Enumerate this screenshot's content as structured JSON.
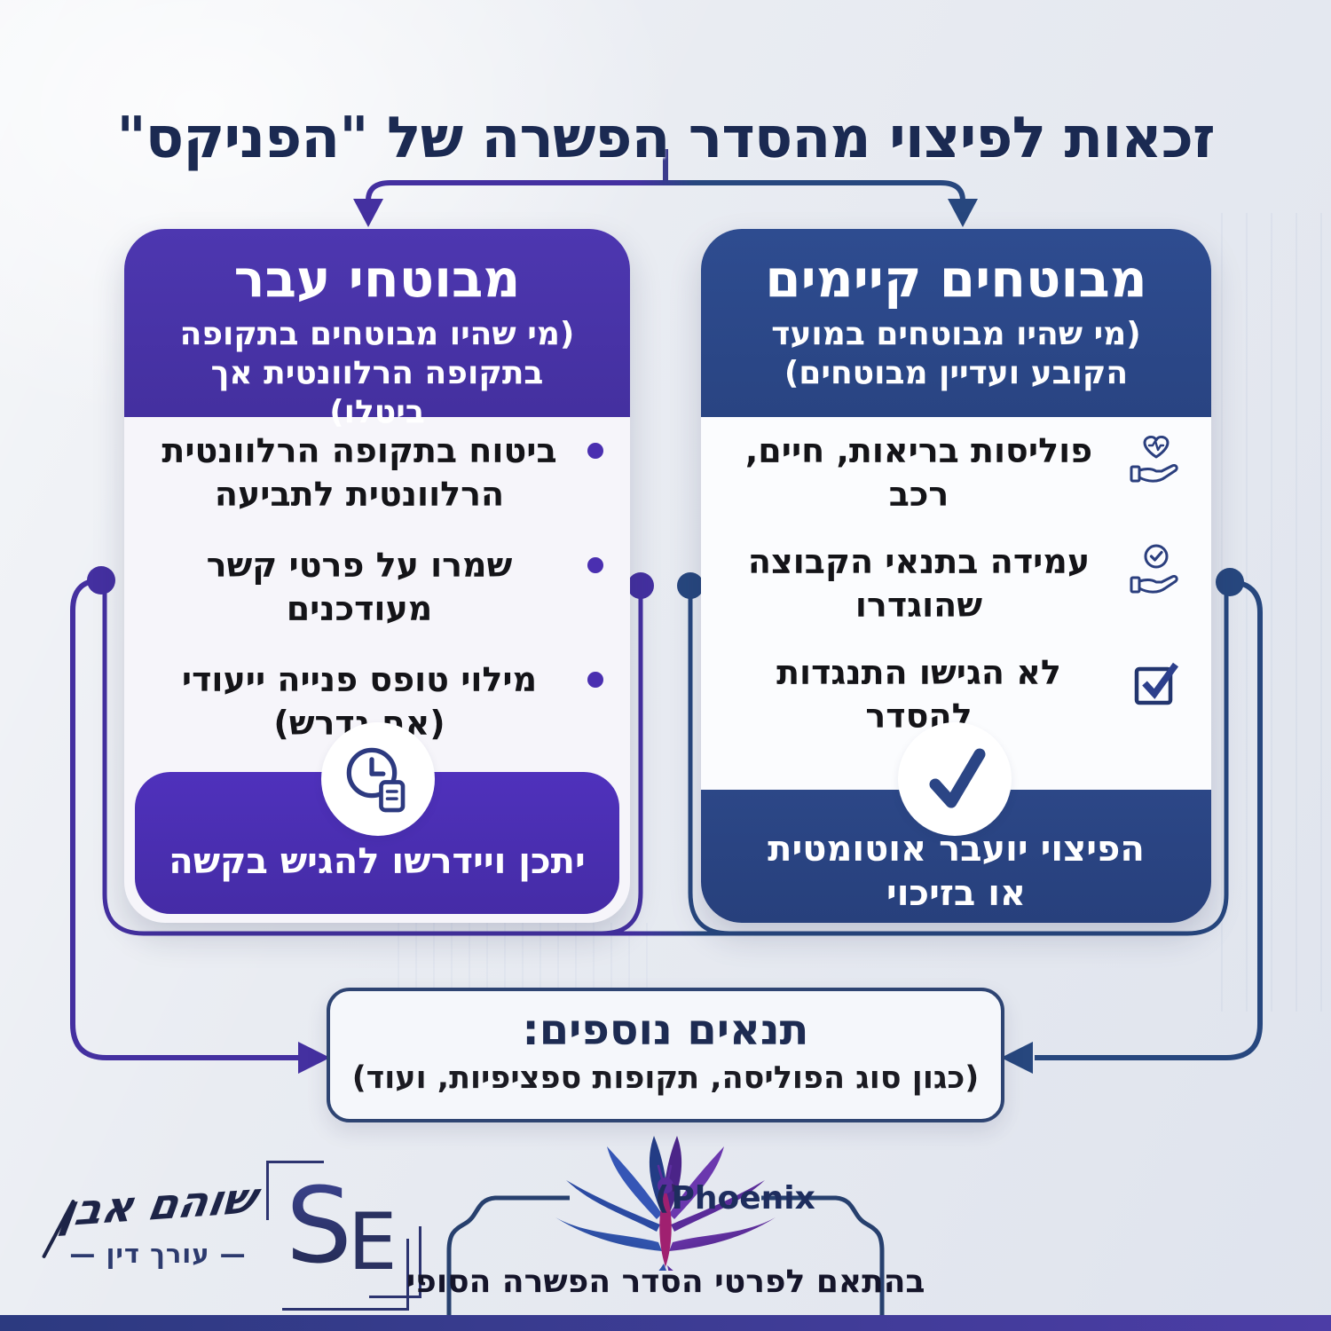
{
  "page": {
    "title": "זכאות לפיצוי מהסדר הפשרה של \"הפניקס\""
  },
  "cards": {
    "existing": {
      "title": "מבוטחים קיימים",
      "subtitle": "(מי שהיו מבוטחים במועד הקובע ועדיין מבוטחים)",
      "items": [
        {
          "icon": "heart-hand-icon",
          "text": "פוליסות בריאות, חיים, רכב"
        },
        {
          "icon": "check-hand-icon",
          "text": "עמידה בתנאי הקבוצה שהוגדרו"
        },
        {
          "icon": "checkbox-icon",
          "text": "לא הגישו התנגדות להסדר"
        }
      ],
      "badge_icon": "checkmark-icon",
      "footer": "הפיצוי יועבר אוטומטית או בזיכוי"
    },
    "past": {
      "title": "מבוטחי עבר",
      "subtitle": "(מי שהיו מבוטחים בתקופה בתקופה הרלוונטית אך ביטלו)",
      "bullets": [
        "ביטוח בתקופה הרלוונטית הרלוונטית לתביעה",
        "שמרו על פרטי קשר מעודכנים",
        "מילוי טופס פנייה ייעודי (אם נדרש)"
      ],
      "badge_icon": "clock-document-icon",
      "footer": "יתכן ויידרשו להגיש בקשה"
    }
  },
  "conditions": {
    "title": "תנאים נוספים:",
    "subtitle": "(כגון סוג הפוליסה, תקופות ספציפיות, ועוד)"
  },
  "branding": {
    "signature_name": "שוהם אבן",
    "signature_role": "— עורך דין —",
    "monogram_s": "S",
    "monogram_e": "E",
    "phoenix_label": "Phoenix",
    "compliance_note": "בהתאם לפרטי הסדר הפשרה הסופי"
  },
  "colors": {
    "purple": "#4730a8",
    "navy": "#2b4889",
    "title_navy": "#1b2a52",
    "line_purple": "#4430a0",
    "line_navy": "#27477e",
    "bar_gradient_start": "#2c3a80",
    "bar_gradient_end": "#4c3da6"
  }
}
